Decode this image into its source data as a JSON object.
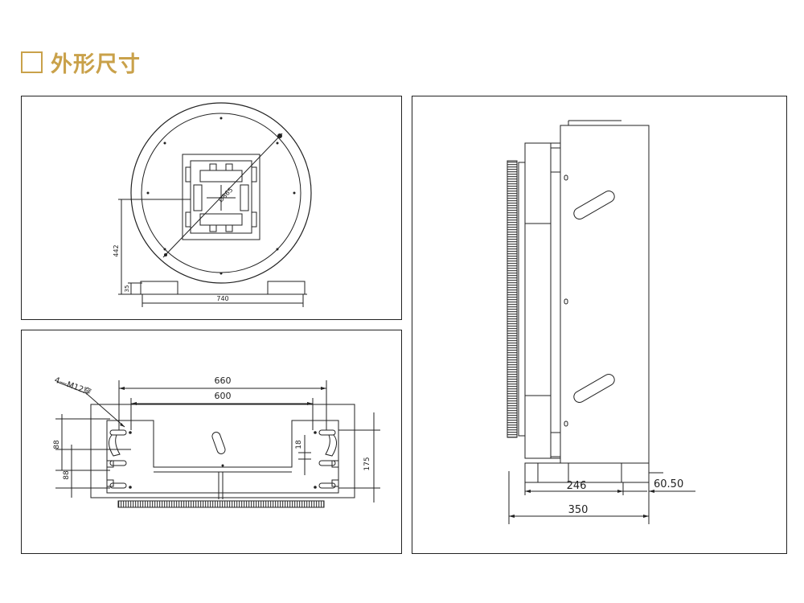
{
  "header": {
    "title": "外形尺寸"
  },
  "front_view": {
    "dim_diameter": "Ø865",
    "dim_height": "442",
    "dim_base": "35",
    "dim_width": "740"
  },
  "bottom_view": {
    "hole_note": "4—M12穿",
    "dim_660": "660",
    "dim_600": "600",
    "dim_88a": "88",
    "dim_88b": "88",
    "dim_18": "18",
    "dim_175": "175"
  },
  "side_view": {
    "dim_246": "246",
    "dim_350": "350",
    "dim_6050": "60.50"
  },
  "colors": {
    "accent": "#c9a14a",
    "line": "#222222"
  }
}
